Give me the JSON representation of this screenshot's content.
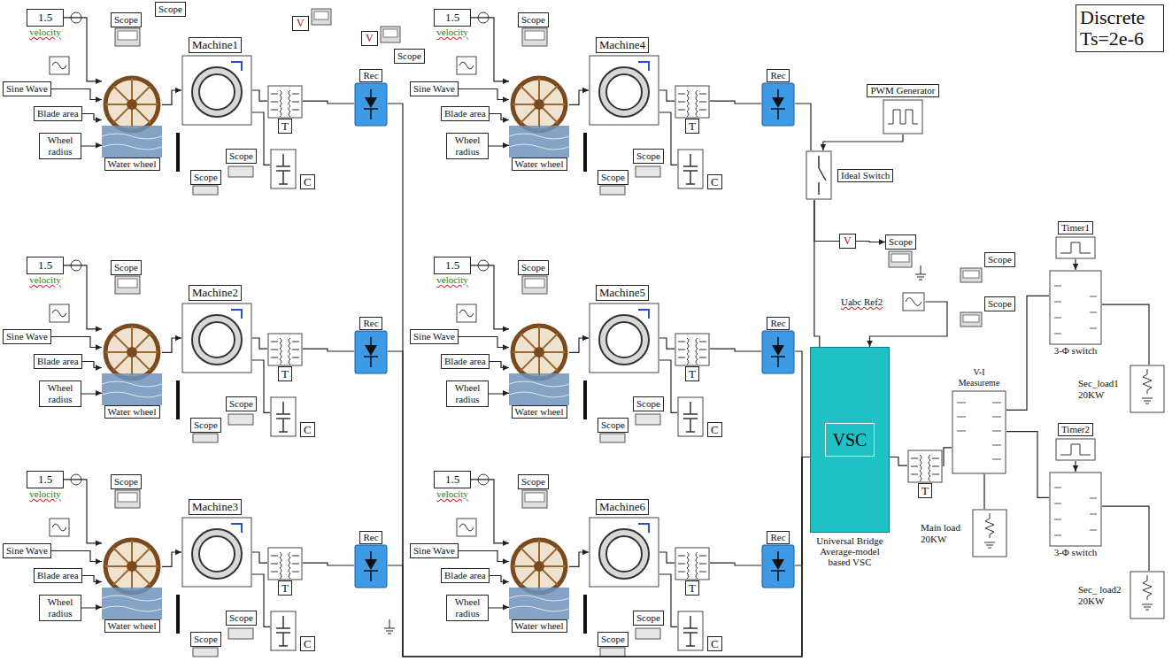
{
  "diagram": {
    "nodes": [
      {
        "text": [
          "1.5",
          "velocity"
        ]
      },
      {
        "text": [
          "Sine Wave"
        ]
      },
      {
        "text": [
          "Blade area"
        ]
      },
      {
        "text": [
          "Wheel radius"
        ]
      },
      {
        "text": [
          "Water wheel"
        ]
      },
      {
        "text": [
          "Machine1"
        ]
      },
      {
        "text": [
          "T"
        ]
      },
      {
        "text": [
          "C"
        ]
      },
      {
        "text": [
          "Rec"
        ]
      },
      {
        "text": [
          "Scope"
        ]
      },
      {
        "text": [
          "Scope"
        ]
      },
      {
        "text": [
          "Scope"
        ]
      },
      {
        "text": [
          "Scope"
        ]
      },
      {
        "text": [
          "V"
        ]
      },
      {
        "text": [
          "V"
        ]
      },
      {
        "text": [
          "Scope"
        ]
      },
      {
        "text": [
          "1.5",
          "velocity"
        ]
      },
      {
        "text": [
          "Sine Wave"
        ]
      },
      {
        "text": [
          "Blade area"
        ]
      },
      {
        "text": [
          "Wheel radius"
        ]
      },
      {
        "text": [
          "Water wheel"
        ]
      },
      {
        "text": [
          "Machine2"
        ]
      },
      {
        "text": [
          "T"
        ]
      },
      {
        "text": [
          "C"
        ]
      },
      {
        "text": [
          "Rec"
        ]
      },
      {
        "text": [
          "Scope"
        ]
      },
      {
        "text": [
          "Scope"
        ]
      },
      {
        "text": [
          "Scope"
        ]
      },
      {
        "text": [
          "1.5",
          "velocity"
        ]
      },
      {
        "text": [
          "Sine Wave"
        ]
      },
      {
        "text": [
          "Blade area"
        ]
      },
      {
        "text": [
          "Wheel radius"
        ]
      },
      {
        "text": [
          "Water wheel"
        ]
      },
      {
        "text": [
          "Machine3"
        ]
      },
      {
        "text": [
          "T"
        ]
      },
      {
        "text": [
          "C"
        ]
      },
      {
        "text": [
          "Rec"
        ]
      },
      {
        "text": [
          "Scope"
        ]
      },
      {
        "text": [
          "Scope"
        ]
      },
      {
        "text": [
          "Scope"
        ]
      },
      {
        "text": [
          "1.5",
          "velocity"
        ]
      },
      {
        "text": [
          "Sine Wave"
        ]
      },
      {
        "text": [
          "Blade area"
        ]
      },
      {
        "text": [
          "Wheel radius"
        ]
      },
      {
        "text": [
          "Water wheel"
        ]
      },
      {
        "text": [
          "Machine4"
        ]
      },
      {
        "text": [
          "T"
        ]
      },
      {
        "text": [
          "C"
        ]
      },
      {
        "text": [
          "Rec"
        ]
      },
      {
        "text": [
          "Scope"
        ]
      },
      {
        "text": [
          "Scope"
        ]
      },
      {
        "text": [
          "Scope"
        ]
      },
      {
        "text": [
          "1.5",
          "velocity"
        ]
      },
      {
        "text": [
          "Sine Wave"
        ]
      },
      {
        "text": [
          "Blade area"
        ]
      },
      {
        "text": [
          "Wheel radius"
        ]
      },
      {
        "text": [
          "Water wheel"
        ]
      },
      {
        "text": [
          "Machine5"
        ]
      },
      {
        "text": [
          "T"
        ]
      },
      {
        "text": [
          "C"
        ]
      },
      {
        "text": [
          "Rec"
        ]
      },
      {
        "text": [
          "Scope"
        ]
      },
      {
        "text": [
          "Scope"
        ]
      },
      {
        "text": [
          "Scope"
        ]
      },
      {
        "text": [
          "1.5",
          "velocity"
        ]
      },
      {
        "text": [
          "Sine Wave"
        ]
      },
      {
        "text": [
          "Blade area"
        ]
      },
      {
        "text": [
          "Wheel radius"
        ]
      },
      {
        "text": [
          "Water wheel"
        ]
      },
      {
        "text": [
          "Machine6"
        ]
      },
      {
        "text": [
          "T"
        ]
      },
      {
        "text": [
          "C"
        ]
      },
      {
        "text": [
          "Rec"
        ]
      },
      {
        "text": [
          "Scope"
        ]
      },
      {
        "text": [
          "Scope"
        ]
      },
      {
        "text": [
          "Scope"
        ]
      },
      {
        "text": [
          "Discrete Ts=2e-6"
        ]
      },
      {
        "text": [
          "PWM Generator"
        ]
      },
      {
        "text": [
          "Ideal Switch"
        ]
      },
      {
        "text": [
          "V"
        ]
      },
      {
        "text": [
          "Scope"
        ]
      },
      {
        "text": [
          "Uabc Ref2"
        ]
      },
      {
        "text": [
          "VSC",
          "Universal Bridge Average-model based VSC"
        ]
      },
      {
        "text": [
          "T"
        ]
      },
      {
        "text": [
          "V-I Measureme"
        ]
      },
      {
        "text": [
          "Main load 20KW"
        ]
      },
      {
        "text": [
          "Scope"
        ]
      },
      {
        "text": [
          "Scope"
        ]
      },
      {
        "text": [
          "Timer1"
        ]
      },
      {
        "text": [
          "3-Φ switch"
        ]
      },
      {
        "text": [
          "Sec_load1 20KW"
        ]
      },
      {
        "text": [
          "Timer2"
        ]
      },
      {
        "text": [
          "3-Φ switch"
        ]
      },
      {
        "text": [
          "Sec_ load2 20KW"
        ]
      }
    ],
    "edges": [
      {
        "from": 0,
        "to": 4,
        "arrow": "to"
      },
      {
        "from": 1,
        "to": 4,
        "arrow": "to"
      },
      {
        "from": 2,
        "to": 4,
        "arrow": "to"
      },
      {
        "from": 3,
        "to": 4,
        "arrow": "to"
      },
      {
        "from": 4,
        "to": 5,
        "arrow": "to"
      },
      {
        "from": 5,
        "to": 6,
        "arrow": "none"
      },
      {
        "from": 5,
        "to": 7,
        "arrow": "none"
      },
      {
        "from": 6,
        "to": 8,
        "arrow": "none"
      },
      {
        "from": 16,
        "to": 20,
        "arrow": "to"
      },
      {
        "from": 17,
        "to": 20,
        "arrow": "to"
      },
      {
        "from": 18,
        "to": 20,
        "arrow": "to"
      },
      {
        "from": 19,
        "to": 20,
        "arrow": "to"
      },
      {
        "from": 20,
        "to": 21,
        "arrow": "to"
      },
      {
        "from": 21,
        "to": 22,
        "arrow": "none"
      },
      {
        "from": 21,
        "to": 23,
        "arrow": "none"
      },
      {
        "from": 22,
        "to": 24,
        "arrow": "none"
      },
      {
        "from": 28,
        "to": 32,
        "arrow": "to"
      },
      {
        "from": 29,
        "to": 32,
        "arrow": "to"
      },
      {
        "from": 30,
        "to": 32,
        "arrow": "to"
      },
      {
        "from": 31,
        "to": 32,
        "arrow": "to"
      },
      {
        "from": 32,
        "to": 33,
        "arrow": "to"
      },
      {
        "from": 33,
        "to": 34,
        "arrow": "none"
      },
      {
        "from": 33,
        "to": 35,
        "arrow": "none"
      },
      {
        "from": 34,
        "to": 36,
        "arrow": "none"
      },
      {
        "from": 40,
        "to": 44,
        "arrow": "to"
      },
      {
        "from": 41,
        "to": 44,
        "arrow": "to"
      },
      {
        "from": 42,
        "to": 44,
        "arrow": "to"
      },
      {
        "from": 43,
        "to": 44,
        "arrow": "to"
      },
      {
        "from": 44,
        "to": 45,
        "arrow": "to"
      },
      {
        "from": 45,
        "to": 46,
        "arrow": "none"
      },
      {
        "from": 45,
        "to": 47,
        "arrow": "none"
      },
      {
        "from": 46,
        "to": 48,
        "arrow": "none"
      },
      {
        "from": 52,
        "to": 56,
        "arrow": "to"
      },
      {
        "from": 53,
        "to": 56,
        "arrow": "to"
      },
      {
        "from": 54,
        "to": 56,
        "arrow": "to"
      },
      {
        "from": 55,
        "to": 56,
        "arrow": "to"
      },
      {
        "from": 56,
        "to": 57,
        "arrow": "to"
      },
      {
        "from": 57,
        "to": 58,
        "arrow": "none"
      },
      {
        "from": 57,
        "to": 59,
        "arrow": "none"
      },
      {
        "from": 58,
        "to": 60,
        "arrow": "none"
      },
      {
        "from": 64,
        "to": 68,
        "arrow": "to"
      },
      {
        "from": 65,
        "to": 68,
        "arrow": "to"
      },
      {
        "from": 66,
        "to": 68,
        "arrow": "to"
      },
      {
        "from": 67,
        "to": 68,
        "arrow": "to"
      },
      {
        "from": 68,
        "to": 69,
        "arrow": "to"
      },
      {
        "from": 69,
        "to": 70,
        "arrow": "none"
      },
      {
        "from": 69,
        "to": 71,
        "arrow": "none"
      },
      {
        "from": 70,
        "to": 72,
        "arrow": "none"
      },
      {
        "from": 8,
        "to": 82,
        "arrow": "none"
      },
      {
        "from": 24,
        "to": 82,
        "arrow": "none"
      },
      {
        "from": 36,
        "to": 82,
        "arrow": "none"
      },
      {
        "from": 48,
        "to": 78,
        "arrow": "none"
      },
      {
        "from": 60,
        "to": 82,
        "arrow": "none"
      },
      {
        "from": 72,
        "to": 82,
        "arrow": "none"
      },
      {
        "from": 77,
        "to": 78,
        "arrow": "to"
      },
      {
        "from": 78,
        "to": 82,
        "arrow": "none"
      },
      {
        "from": 78,
        "to": 79,
        "arrow": "none"
      },
      {
        "from": 79,
        "to": 80,
        "arrow": "to"
      },
      {
        "from": 81,
        "to": 82,
        "arrow": "to"
      },
      {
        "from": 82,
        "to": 83,
        "arrow": "none"
      },
      {
        "from": 83,
        "to": 84,
        "arrow": "none"
      },
      {
        "from": 84,
        "to": 85,
        "arrow": "none"
      },
      {
        "from": 84,
        "to": 89,
        "arrow": "none"
      },
      {
        "from": 84,
        "to": 92,
        "arrow": "none"
      },
      {
        "from": 88,
        "to": 89,
        "arrow": "to"
      },
      {
        "from": 89,
        "to": 90,
        "arrow": "none"
      },
      {
        "from": 91,
        "to": 92,
        "arrow": "to"
      },
      {
        "from": 92,
        "to": 93,
        "arrow": "none"
      }
    ]
  }
}
